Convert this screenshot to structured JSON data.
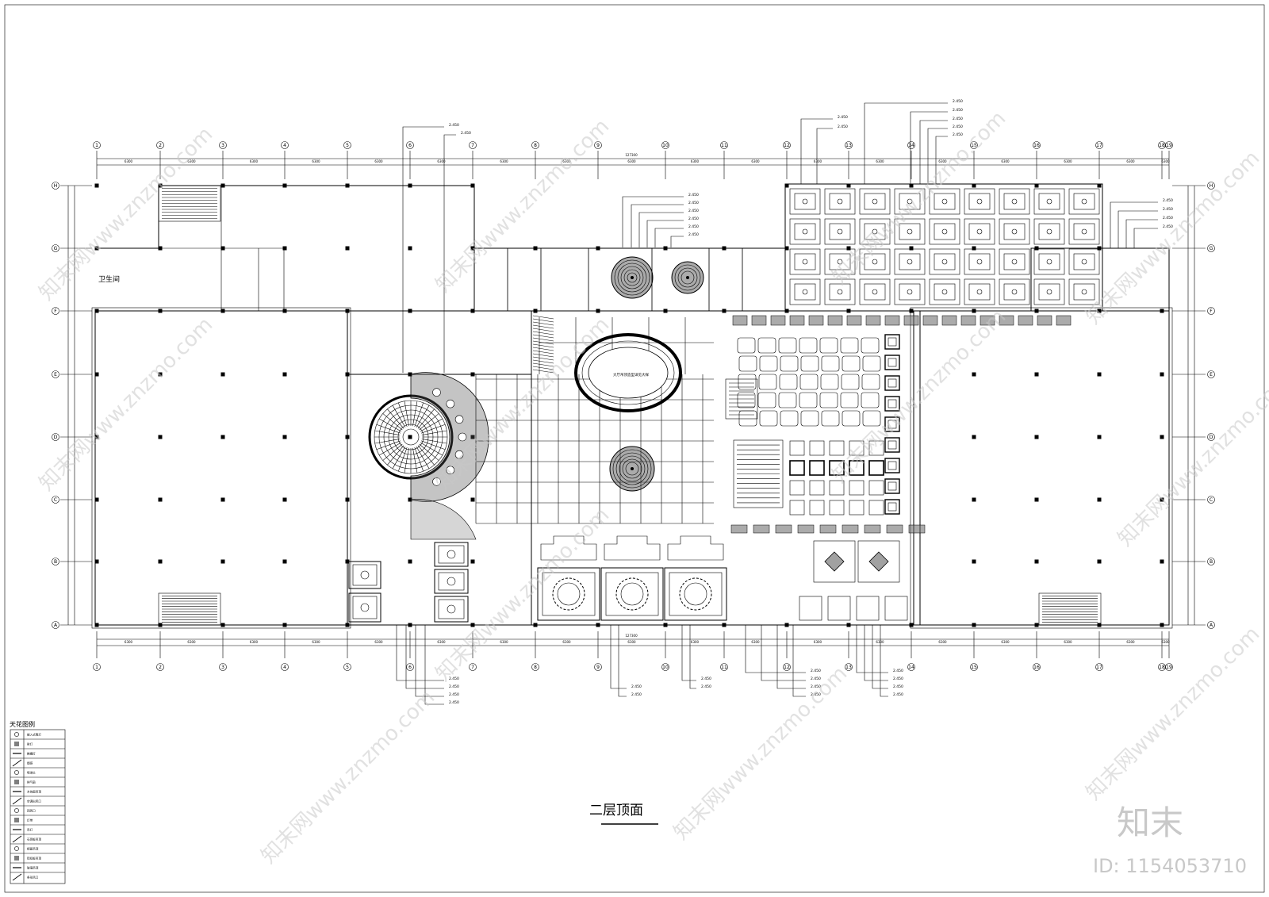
{
  "drawing": {
    "title": "二层顶面",
    "room_label": "卫生间",
    "center_note": "大厅吊顶造型详见大样"
  },
  "axes": {
    "columns": [
      "1",
      "2",
      "3",
      "4",
      "5",
      "6",
      "7",
      "8",
      "9",
      "10",
      "11",
      "12",
      "13",
      "14",
      "15",
      "16",
      "17",
      "18",
      "19"
    ],
    "rows": [
      "H",
      "G",
      "F",
      "E",
      "D",
      "C",
      "B",
      "A"
    ]
  },
  "dimension_labels": {
    "top_total": "127300",
    "bottom_total": "127300",
    "bays": [
      "6300",
      "6300",
      "6300",
      "6300",
      "6300",
      "6300",
      "6300",
      "6300",
      "6300",
      "6300",
      "6300",
      "6300",
      "6300",
      "6300",
      "6300",
      "6300",
      "6300",
      "6300"
    ]
  },
  "elevation_tag": "2.450",
  "legend": {
    "title": "天花图例",
    "items": [
      {
        "icon": "downlight-icon",
        "label": "嵌入式筒灯"
      },
      {
        "icon": "spotlight-icon",
        "label": "射灯"
      },
      {
        "icon": "grille-light-icon",
        "label": "格栅灯"
      },
      {
        "icon": "smoke-detector-icon",
        "label": "烟感"
      },
      {
        "icon": "sprinkler-icon",
        "label": "喷淋头"
      },
      {
        "icon": "exhaust-fan-icon",
        "label": "排气扇"
      },
      {
        "icon": "wood-ceiling-icon",
        "label": "木饰面吊顶"
      },
      {
        "icon": "air-outlet-icon",
        "label": "空调出风口"
      },
      {
        "icon": "return-air-icon",
        "label": "回风口"
      },
      {
        "icon": "strip-light-icon",
        "label": "灯带"
      },
      {
        "icon": "chandelier-icon",
        "label": "吊灯"
      },
      {
        "icon": "gypsum-ceiling-icon",
        "label": "石膏板吊顶"
      },
      {
        "icon": "mirror-ceiling-icon",
        "label": "镜面吊顶"
      },
      {
        "icon": "aluminum-ceiling-icon",
        "label": "铝扣板吊顶"
      },
      {
        "icon": "glass-ceiling-icon",
        "label": "玻璃吊顶"
      },
      {
        "icon": "linear-diffuser-icon",
        "label": "条形风口"
      }
    ]
  },
  "watermark": {
    "text": "www.znzmo.com",
    "brand": "知末网"
  },
  "logo": {
    "text": "知末",
    "id_text": "ID: 1154053710"
  }
}
